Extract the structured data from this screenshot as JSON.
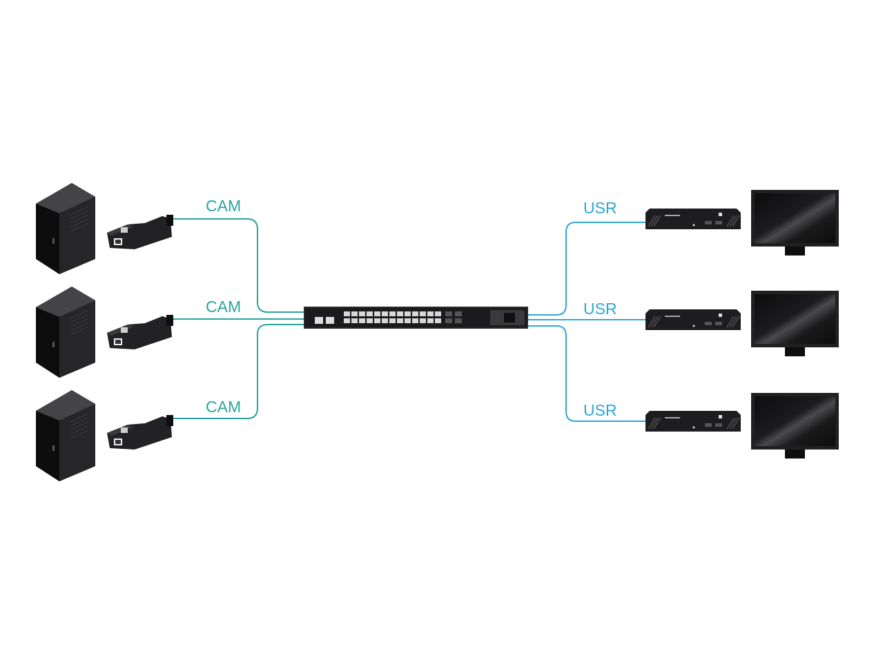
{
  "labels": {
    "cam": [
      "CAM",
      "CAM",
      "CAM"
    ],
    "usr": [
      "USR",
      "USR",
      "USR"
    ]
  },
  "colors": {
    "cam_line": "#2aa39f",
    "usr_line": "#2fa6d8",
    "device": "#1f1f21"
  },
  "icons": [
    "server-tower-icon",
    "cam-dongle-icon",
    "network-switch-icon",
    "usr-receiver-icon",
    "monitor-icon"
  ]
}
